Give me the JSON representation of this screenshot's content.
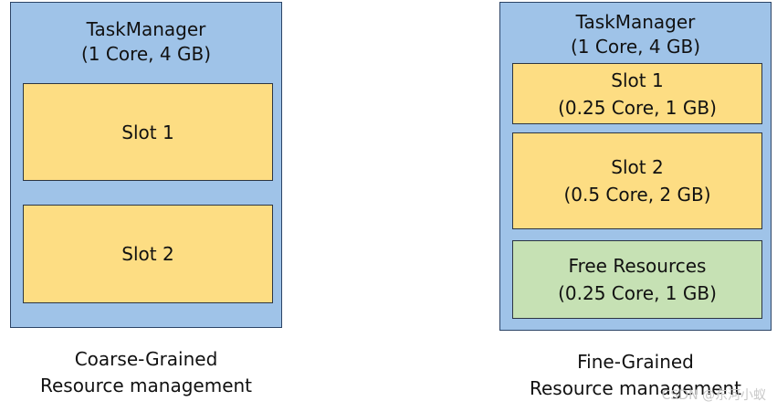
{
  "coarse": {
    "title_line1": "TaskManager",
    "title_line2": "(1 Core, 4 GB)",
    "slots": [
      {
        "label": "Slot 1"
      },
      {
        "label": "Slot 2"
      }
    ],
    "caption_line1": "Coarse-Grained",
    "caption_line2": "Resource management"
  },
  "fine": {
    "title_line1": "TaskManager",
    "title_line2": "(1 Core, 4 GB)",
    "slots": [
      {
        "label": "Slot 1",
        "resources": "(0.25 Core, 1 GB)"
      },
      {
        "label": "Slot 2",
        "resources": "(0.5 Core, 2 GB)"
      }
    ],
    "free": {
      "label": "Free Resources",
      "resources": "(0.25 Core, 1 GB)"
    },
    "caption_line1": "Fine-Grained",
    "caption_line2": "Resource management"
  },
  "watermark": "CSDN @东河小蚁",
  "colors": {
    "taskmanager": "#9fc3e8",
    "slot": "#fddd83",
    "free_resources": "#c6e1b4",
    "border": "#2c4466"
  }
}
